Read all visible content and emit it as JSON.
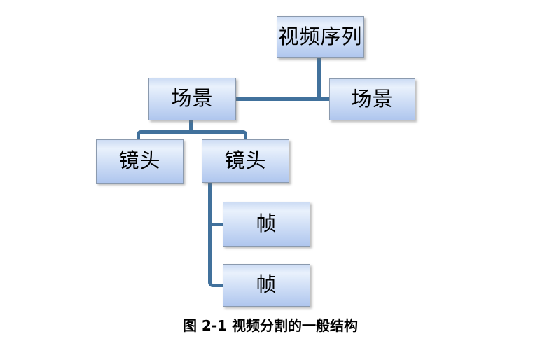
{
  "diagram": {
    "type": "tree",
    "caption": "图 2-1  视频分割的一般结构",
    "nodes": {
      "video_sequence": {
        "label": "视频序列"
      },
      "scene_left": {
        "label": "场景"
      },
      "scene_right": {
        "label": "场景"
      },
      "shot_left": {
        "label": "镜头"
      },
      "shot_right": {
        "label": "镜头"
      },
      "frame_top": {
        "label": "帧"
      },
      "frame_bottom": {
        "label": "帧"
      }
    },
    "edges": [
      [
        "video_sequence",
        "scene_left"
      ],
      [
        "video_sequence",
        "scene_right"
      ],
      [
        "scene_left",
        "shot_left"
      ],
      [
        "scene_left",
        "shot_right"
      ],
      [
        "shot_right",
        "frame_top"
      ],
      [
        "shot_right",
        "frame_bottom"
      ]
    ],
    "colors": {
      "background": "#FFFFFF",
      "connector": "#41719C",
      "box_border": "#8B9AAE",
      "box_gradient_top": "#CDDCF4",
      "box_gradient_highlight": "#E9F1FC",
      "box_gradient_bottom": "#AFC6EE",
      "text": "#000000"
    }
  }
}
